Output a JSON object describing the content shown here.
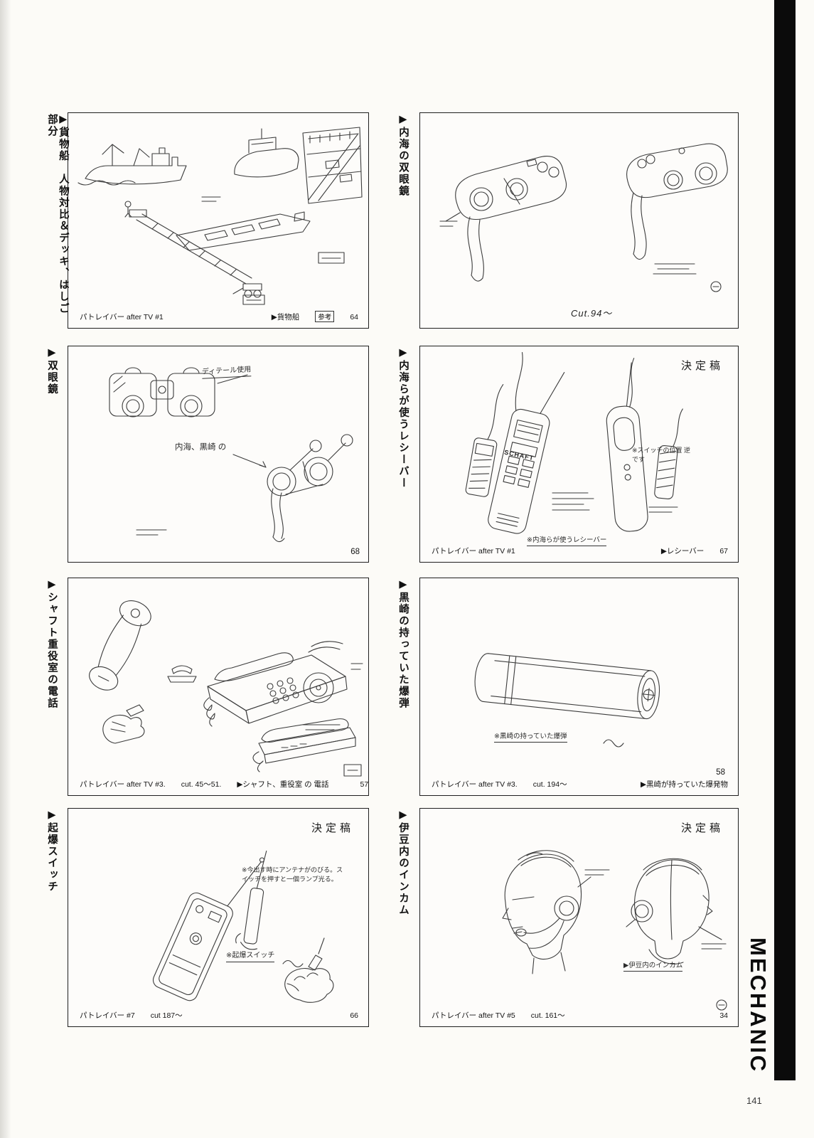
{
  "page": {
    "number": "141",
    "edge_label": "MECHANIC"
  },
  "panels": {
    "cargo_ship": {
      "label": "▶貨物船　人物対比＆デッキ、はしご部分",
      "footer_left": "パトレイバー  after TV  #1",
      "footer_right": "▶貨物船",
      "ref_box": "参考",
      "page_num": "64"
    },
    "utsumi_binoculars": {
      "label": "▶内海の双眼鏡",
      "cut": "Cut.94～"
    },
    "binoculars": {
      "label": "▶双眼鏡",
      "note_top": "ディテール使用",
      "note_owner": "内海、黒崎 の",
      "page_num": "68"
    },
    "receiver": {
      "label": "▶内海らが使うレシーバー",
      "stamp": "決定稿",
      "device_text": "SCHAFT",
      "note": "※スイッチの位置 逆です",
      "footer_left": "パトレイバー  after TV  #1",
      "footer_note": "※内海らが使うレシーバー",
      "footer_right": "▶レシーバー",
      "page_num": "67"
    },
    "phone": {
      "label": "▶シャフト重役室の電話",
      "footer_left": "パトレイバー  after TV  #3.",
      "footer_cut": "cut. 45～51.",
      "footer_right": "▶シャフト、重役室 の 電話",
      "page_num": "57"
    },
    "bomb": {
      "label": "▶黒崎の持っていた爆弾",
      "note": "※黒崎の持っていた爆弾",
      "footer_left": "パトレイバー  after TV  #3.",
      "footer_cut": "cut. 194～",
      "footer_right": "▶黒崎が持っていた爆発物",
      "page_num": "58"
    },
    "detonator": {
      "label": "▶起爆スイッチ",
      "stamp": "決定稿",
      "note": "※今出す時にアンテナがのびる。スイッチを押すと一個ランプ光る。",
      "device_label": "※起爆スイッチ",
      "footer_left": "パトレイバー  #7",
      "footer_cut": "cut 187～",
      "page_num": "66"
    },
    "incom": {
      "label": "▶伊豆内のインカム",
      "stamp": "決定稿",
      "note": "▶伊豆内のインカム",
      "footer_left": "パトレイバー  after TV  #5",
      "footer_cut": "cut. 161～",
      "page_num": "34"
    }
  }
}
